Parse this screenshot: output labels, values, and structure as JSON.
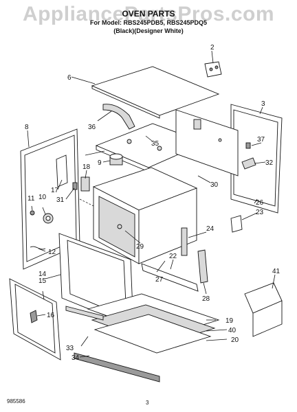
{
  "watermark": "AppliancePartsPros.com",
  "header": {
    "title": "OVEN PARTS",
    "model_line": "For Model: RBS245PDB5, RBS245PDQ5",
    "color_line": "(Black)(Designer White)"
  },
  "footer": {
    "doc_number": "985586",
    "page_number": "3"
  },
  "callouts": [
    "2",
    "3",
    "6",
    "8",
    "9",
    "10",
    "11",
    "12",
    "14",
    "15",
    "16",
    "17",
    "18",
    "19",
    "20",
    "22",
    "23",
    "24",
    "26",
    "27",
    "28",
    "29",
    "30",
    "31",
    "32",
    "33",
    "34",
    "35",
    "36",
    "37",
    "40",
    "41"
  ]
}
